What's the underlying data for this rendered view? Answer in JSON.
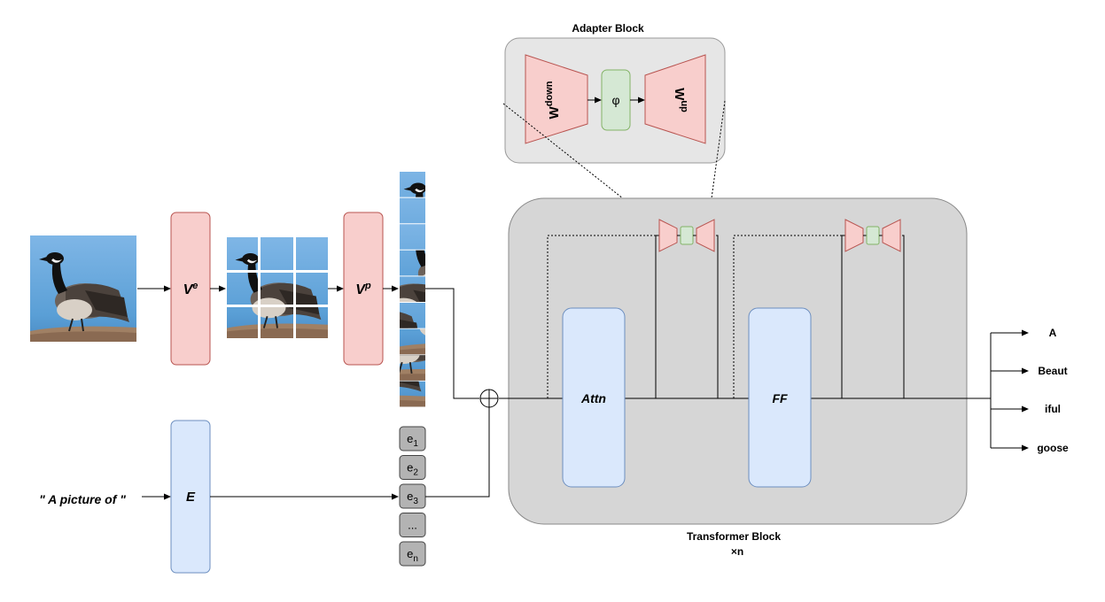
{
  "adapter": {
    "title": "Adapter Block",
    "w_down_base": "W",
    "w_down_sup": "down",
    "phi": "φ",
    "w_up_base": "W",
    "w_up_sup": "up"
  },
  "encoders": {
    "vision_base": "V",
    "vision_sup": "e",
    "projector_base": "V",
    "projector_sup": "p",
    "text": "E"
  },
  "input_text": "\" A picture of \"",
  "embeddings": [
    {
      "base": "e",
      "sub": "1"
    },
    {
      "base": "e",
      "sub": "2"
    },
    {
      "base": "e",
      "sub": "3"
    },
    {
      "base": "...",
      "sub": ""
    },
    {
      "base": "e",
      "sub": "n"
    }
  ],
  "transformer": {
    "attn": "Attn",
    "ff": "FF",
    "title": "Transformer Block",
    "repeat": "×n"
  },
  "outputs": [
    "A",
    "Beaut",
    "iful",
    "goose"
  ],
  "colors": {
    "pink": "#f8cecc",
    "pink_stroke": "#b85450",
    "blue": "#dae8fc",
    "blue_stroke": "#6c8ebf",
    "green": "#d5e8d4",
    "green_stroke": "#82b366",
    "gray_panel": "#d6d6d6",
    "adapter_panel": "#e6e6e6"
  }
}
